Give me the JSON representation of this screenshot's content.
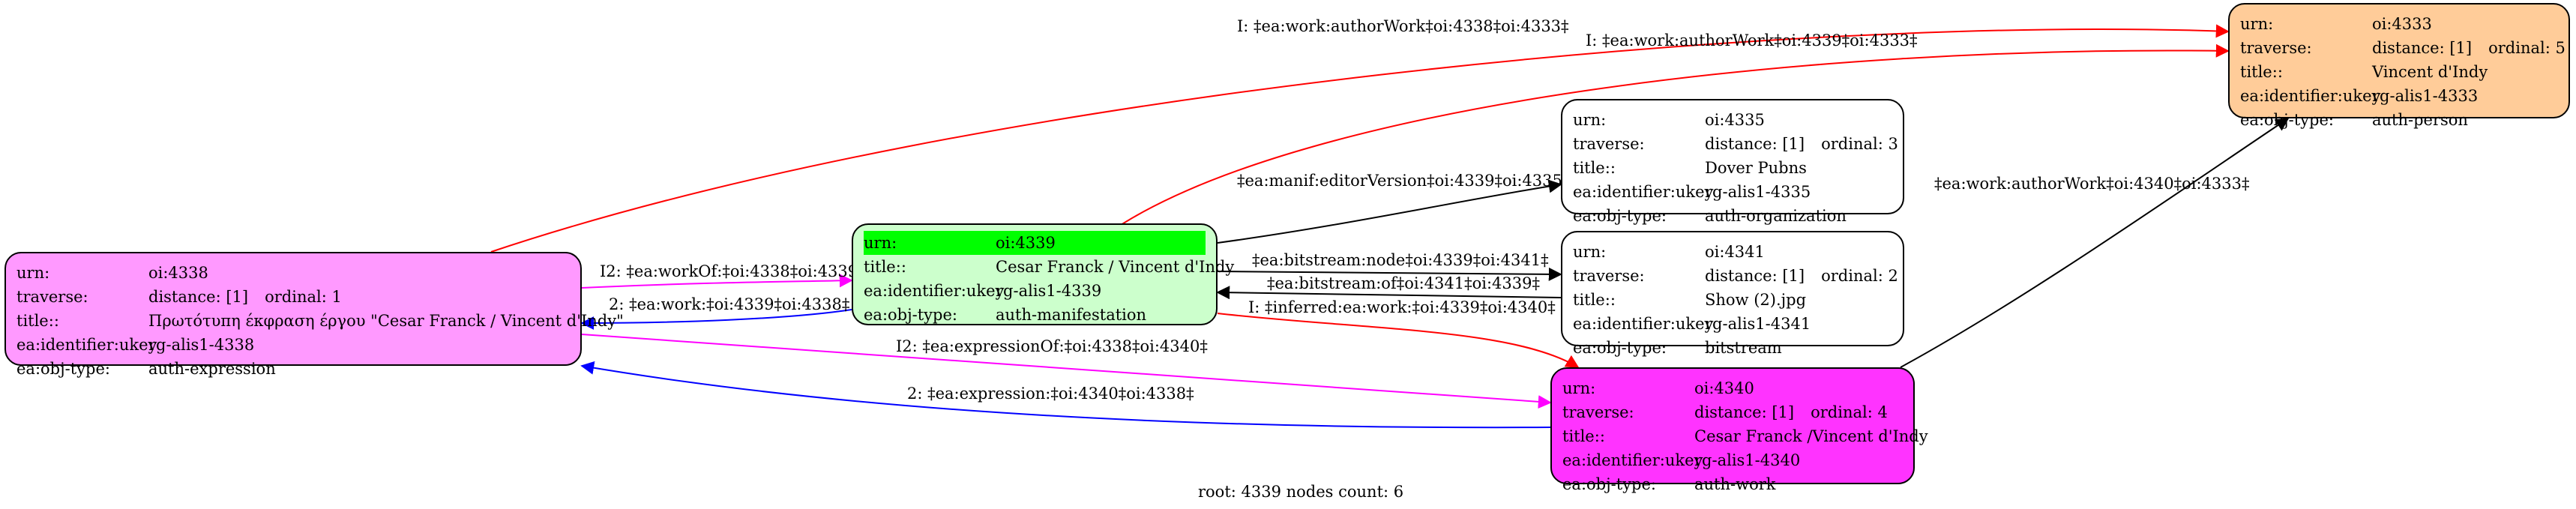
{
  "caption": "root: 4339 nodes count: 6",
  "nodes": {
    "n4338": {
      "fill": "#ff99ff",
      "rows": [
        {
          "k": "urn:",
          "v": "oi:4338",
          "v2": ""
        },
        {
          "k": "traverse:",
          "v": "distance: [1]",
          "v2": "ordinal: 1"
        },
        {
          "k": "title::",
          "v": "Πρωτότυπη έκφραση έργου \"Cesar Franck / Vincent d'Indy\"",
          "v2": ""
        },
        {
          "k": "ea:identifier:ukey",
          "v": "rg-alis1-4338",
          "v2": ""
        },
        {
          "k": "ea:obj-type:",
          "v": "auth-expression",
          "v2": ""
        }
      ]
    },
    "n4339": {
      "fill": "#ccffcc",
      "rows": [
        {
          "k": "urn:",
          "v": "oi:4339",
          "v2": ""
        },
        {
          "k": "title::",
          "v": "Cesar Franck / Vincent d'Indy",
          "v2": ""
        },
        {
          "k": "ea:identifier:ukey",
          "v": "rg-alis1-4339",
          "v2": ""
        },
        {
          "k": "ea:obj-type:",
          "v": "auth-manifestation",
          "v2": ""
        }
      ]
    },
    "n4335": {
      "fill": "#ffffff",
      "rows": [
        {
          "k": "urn:",
          "v": "oi:4335",
          "v2": ""
        },
        {
          "k": "traverse:",
          "v": "distance: [1]",
          "v2": "ordinal: 3"
        },
        {
          "k": "title::",
          "v": "Dover Pubns",
          "v2": ""
        },
        {
          "k": "ea:identifier:ukey",
          "v": "rg-alis1-4335",
          "v2": ""
        },
        {
          "k": "ea:obj-type:",
          "v": "auth-organization",
          "v2": ""
        }
      ]
    },
    "n4341": {
      "fill": "#ffffff",
      "rows": [
        {
          "k": "urn:",
          "v": "oi:4341",
          "v2": ""
        },
        {
          "k": "traverse:",
          "v": "distance: [1]",
          "v2": "ordinal: 2"
        },
        {
          "k": "title::",
          "v": "Show (2).jpg",
          "v2": ""
        },
        {
          "k": "ea:identifier:ukey",
          "v": "rg-alis1-4341",
          "v2": ""
        },
        {
          "k": "ea:obj-type:",
          "v": "bitstream",
          "v2": ""
        }
      ]
    },
    "n4333": {
      "fill": "#ffcc99",
      "rows": [
        {
          "k": "urn:",
          "v": "oi:4333",
          "v2": ""
        },
        {
          "k": "traverse:",
          "v": "distance: [1]",
          "v2": "ordinal: 5"
        },
        {
          "k": "title::",
          "v": "Vincent d'Indy",
          "v2": ""
        },
        {
          "k": "ea:identifier:ukey",
          "v": "rg-alis1-4333",
          "v2": ""
        },
        {
          "k": "ea:obj-type:",
          "v": "auth-person",
          "v2": ""
        }
      ]
    },
    "n4340": {
      "fill": "#ff33ff",
      "rows": [
        {
          "k": "urn:",
          "v": "oi:4340",
          "v2": ""
        },
        {
          "k": "traverse:",
          "v": "distance: [1]",
          "v2": "ordinal: 4"
        },
        {
          "k": "title::",
          "v": "Cesar Franck /Vincent d'Indy",
          "v2": ""
        },
        {
          "k": "ea:identifier:ukey",
          "v": "rg-alis1-4340",
          "v2": ""
        },
        {
          "k": "ea:obj-type:",
          "v": "auth-work",
          "v2": ""
        }
      ]
    }
  },
  "edges": {
    "e1": {
      "label": "I: ‡ea:work:authorWork‡oi:4338‡oi:4333‡",
      "color": "#ff0000"
    },
    "e2": {
      "label": "I: ‡ea:work:authorWork‡oi:4339‡oi:4333‡",
      "color": "#ff0000"
    },
    "e3": {
      "label": "‡ea:manif:editorVersion‡oi:4339‡oi:4335‡",
      "color": "#000000"
    },
    "e4": {
      "label": "‡ea:bitstream:node‡oi:4339‡oi:4341‡",
      "color": "#000000"
    },
    "e5": {
      "label": "‡ea:bitstream:of‡oi:4341‡oi:4339‡",
      "color": "#000000"
    },
    "e6": {
      "label": "I: ‡inferred:ea:work:‡oi:4339‡oi:4340‡",
      "color": "#ff0000"
    },
    "e7": {
      "label": "‡ea:work:authorWork‡oi:4340‡oi:4333‡",
      "color": "#000000"
    },
    "e8": {
      "label": "I2: ‡ea:workOf:‡oi:4338‡oi:4339‡",
      "color": "#ff00ff"
    },
    "e9": {
      "label": "2: ‡ea:work:‡oi:4339‡oi:4338‡",
      "color": "#0000ff"
    },
    "e10": {
      "label": "I2: ‡ea:expressionOf:‡oi:4338‡oi:4340‡",
      "color": "#ff00ff"
    },
    "e11": {
      "label": "2: ‡ea:expression:‡oi:4340‡oi:4338‡",
      "color": "#0000ff"
    }
  }
}
